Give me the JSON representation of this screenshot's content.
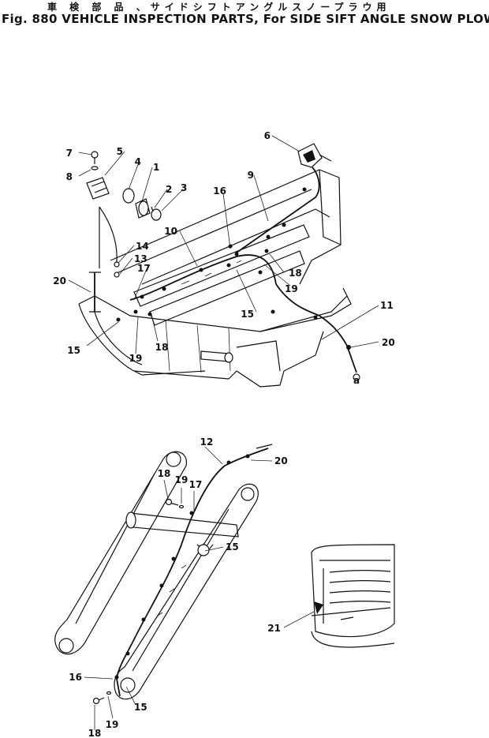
{
  "title": {
    "japanese": "車 検 部 品 、サイドシフトアングルスノープラウ用",
    "english": "Fig. 880 VEHICLE INSPECTION PARTS, For SIDE SIFT ANGLE SNOW PLOW"
  },
  "callouts": {
    "c1": "1",
    "c2": "2",
    "c3": "3",
    "c4": "4",
    "c5": "5",
    "c6": "6",
    "c7": "7",
    "c8": "8",
    "c9": "9",
    "c10": "10",
    "c11": "11",
    "c12": "12",
    "c13": "13",
    "c14": "14",
    "c15a": "15",
    "c15b": "15",
    "c15c": "15",
    "c15d": "15",
    "c16a": "16",
    "c16b": "16",
    "c17a": "17",
    "c17b": "17",
    "c18a": "18",
    "c18b": "18",
    "c18c": "18",
    "c18d": "18",
    "c19a": "19",
    "c19b": "19",
    "c19c": "19",
    "c19d": "19",
    "c20a": "20",
    "c20b": "20",
    "c20c": "20",
    "c21": "21",
    "connector_a": "a"
  },
  "colors": {
    "ink": "#111111",
    "paper": "#ffffff"
  }
}
